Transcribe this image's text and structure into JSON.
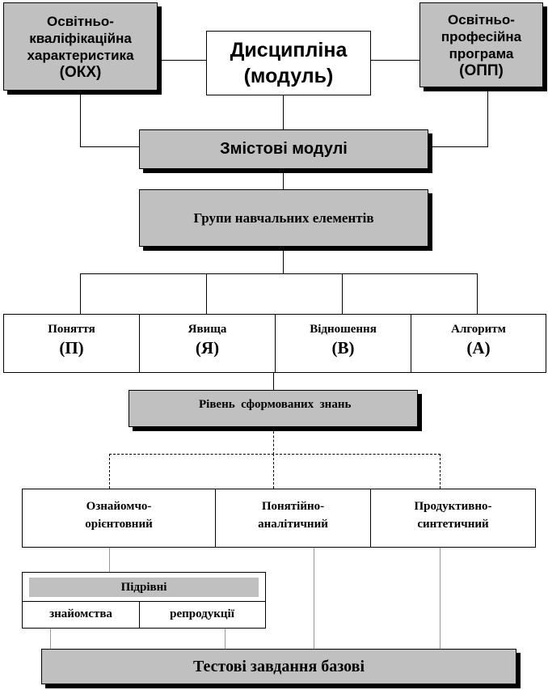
{
  "top": {
    "okx": [
      "Освітньо-",
      "кваліфікаційна",
      "характеристика",
      "(ОКХ)"
    ],
    "discipline": [
      "Дисципліна",
      "(модуль)"
    ],
    "opp": [
      "Освітньо-",
      "професійна",
      "програма",
      "(ОПП)"
    ]
  },
  "content_modules": "Змістові модулі",
  "element_groups": "Групи навчальних елементів",
  "elements": [
    {
      "name": "Поняття",
      "abbr": "(П)"
    },
    {
      "name": "Явища",
      "abbr": "(Я)"
    },
    {
      "name": "Відношення",
      "abbr": "(В)"
    },
    {
      "name": "Алгоритм",
      "abbr": "(А)"
    }
  ],
  "knowledge_level": "Рівень  сформованих  знань",
  "levels": [
    [
      "Ознайомчо-",
      "орієнтовний"
    ],
    [
      "Понятійно-",
      "аналітичний"
    ],
    [
      "Продуктивно-",
      "синтетичний"
    ]
  ],
  "sublevels": {
    "title": "Підрівні",
    "items": [
      "знайомства",
      "репродукції"
    ]
  },
  "tests": "Тестові завдання базові"
}
